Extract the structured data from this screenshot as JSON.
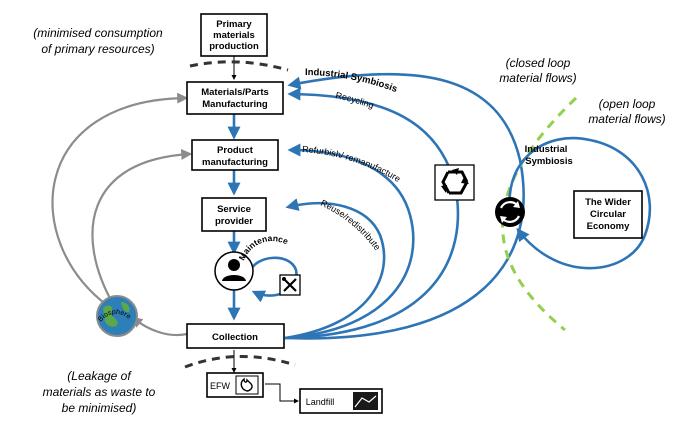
{
  "nodes": {
    "primary": [
      "Primary",
      "materials",
      "production"
    ],
    "materials": [
      "Materials/Parts",
      "Manufacturing"
    ],
    "product": [
      "Product",
      "manufacturing"
    ],
    "service": [
      "Service",
      "provider"
    ],
    "collection": "Collection",
    "efw": "EFW",
    "landfill": "Landfill",
    "wider": [
      "The Wider",
      "Circular",
      "Economy"
    ]
  },
  "notes": {
    "primary_resources": [
      "(minimised consumption",
      "of primary resources)"
    ],
    "closed_loop": [
      "(closed loop",
      "material flows)"
    ],
    "open_loop": [
      "(open loop",
      "material flows)"
    ],
    "leakage": [
      "(Leakage of",
      "materials as waste to",
      "be minimised)"
    ]
  },
  "flow_labels": {
    "industrial_symbiosis_closed": "Industrial Symbiosis",
    "recycling": "Recycling",
    "refurbish": "Refurbish/ remanufacture",
    "reuse": "Reuse/redistribute",
    "maintenance": "Maintenance",
    "industrial_symbiosis_open": [
      "Industrial",
      "Symbiosis"
    ]
  },
  "icons": {
    "user_label": "User",
    "biosphere_label": "Biosphere",
    "recycle": "recycle-icon",
    "tools": "tools-icon",
    "fire": "fire-icon",
    "landfill": "landfill-icon",
    "exchange": "exchange-icon"
  },
  "colors": {
    "flow_blue": "#2e75b6",
    "biosphere_grey": "#8c8c8c",
    "open_loop_green": "#92d050"
  }
}
